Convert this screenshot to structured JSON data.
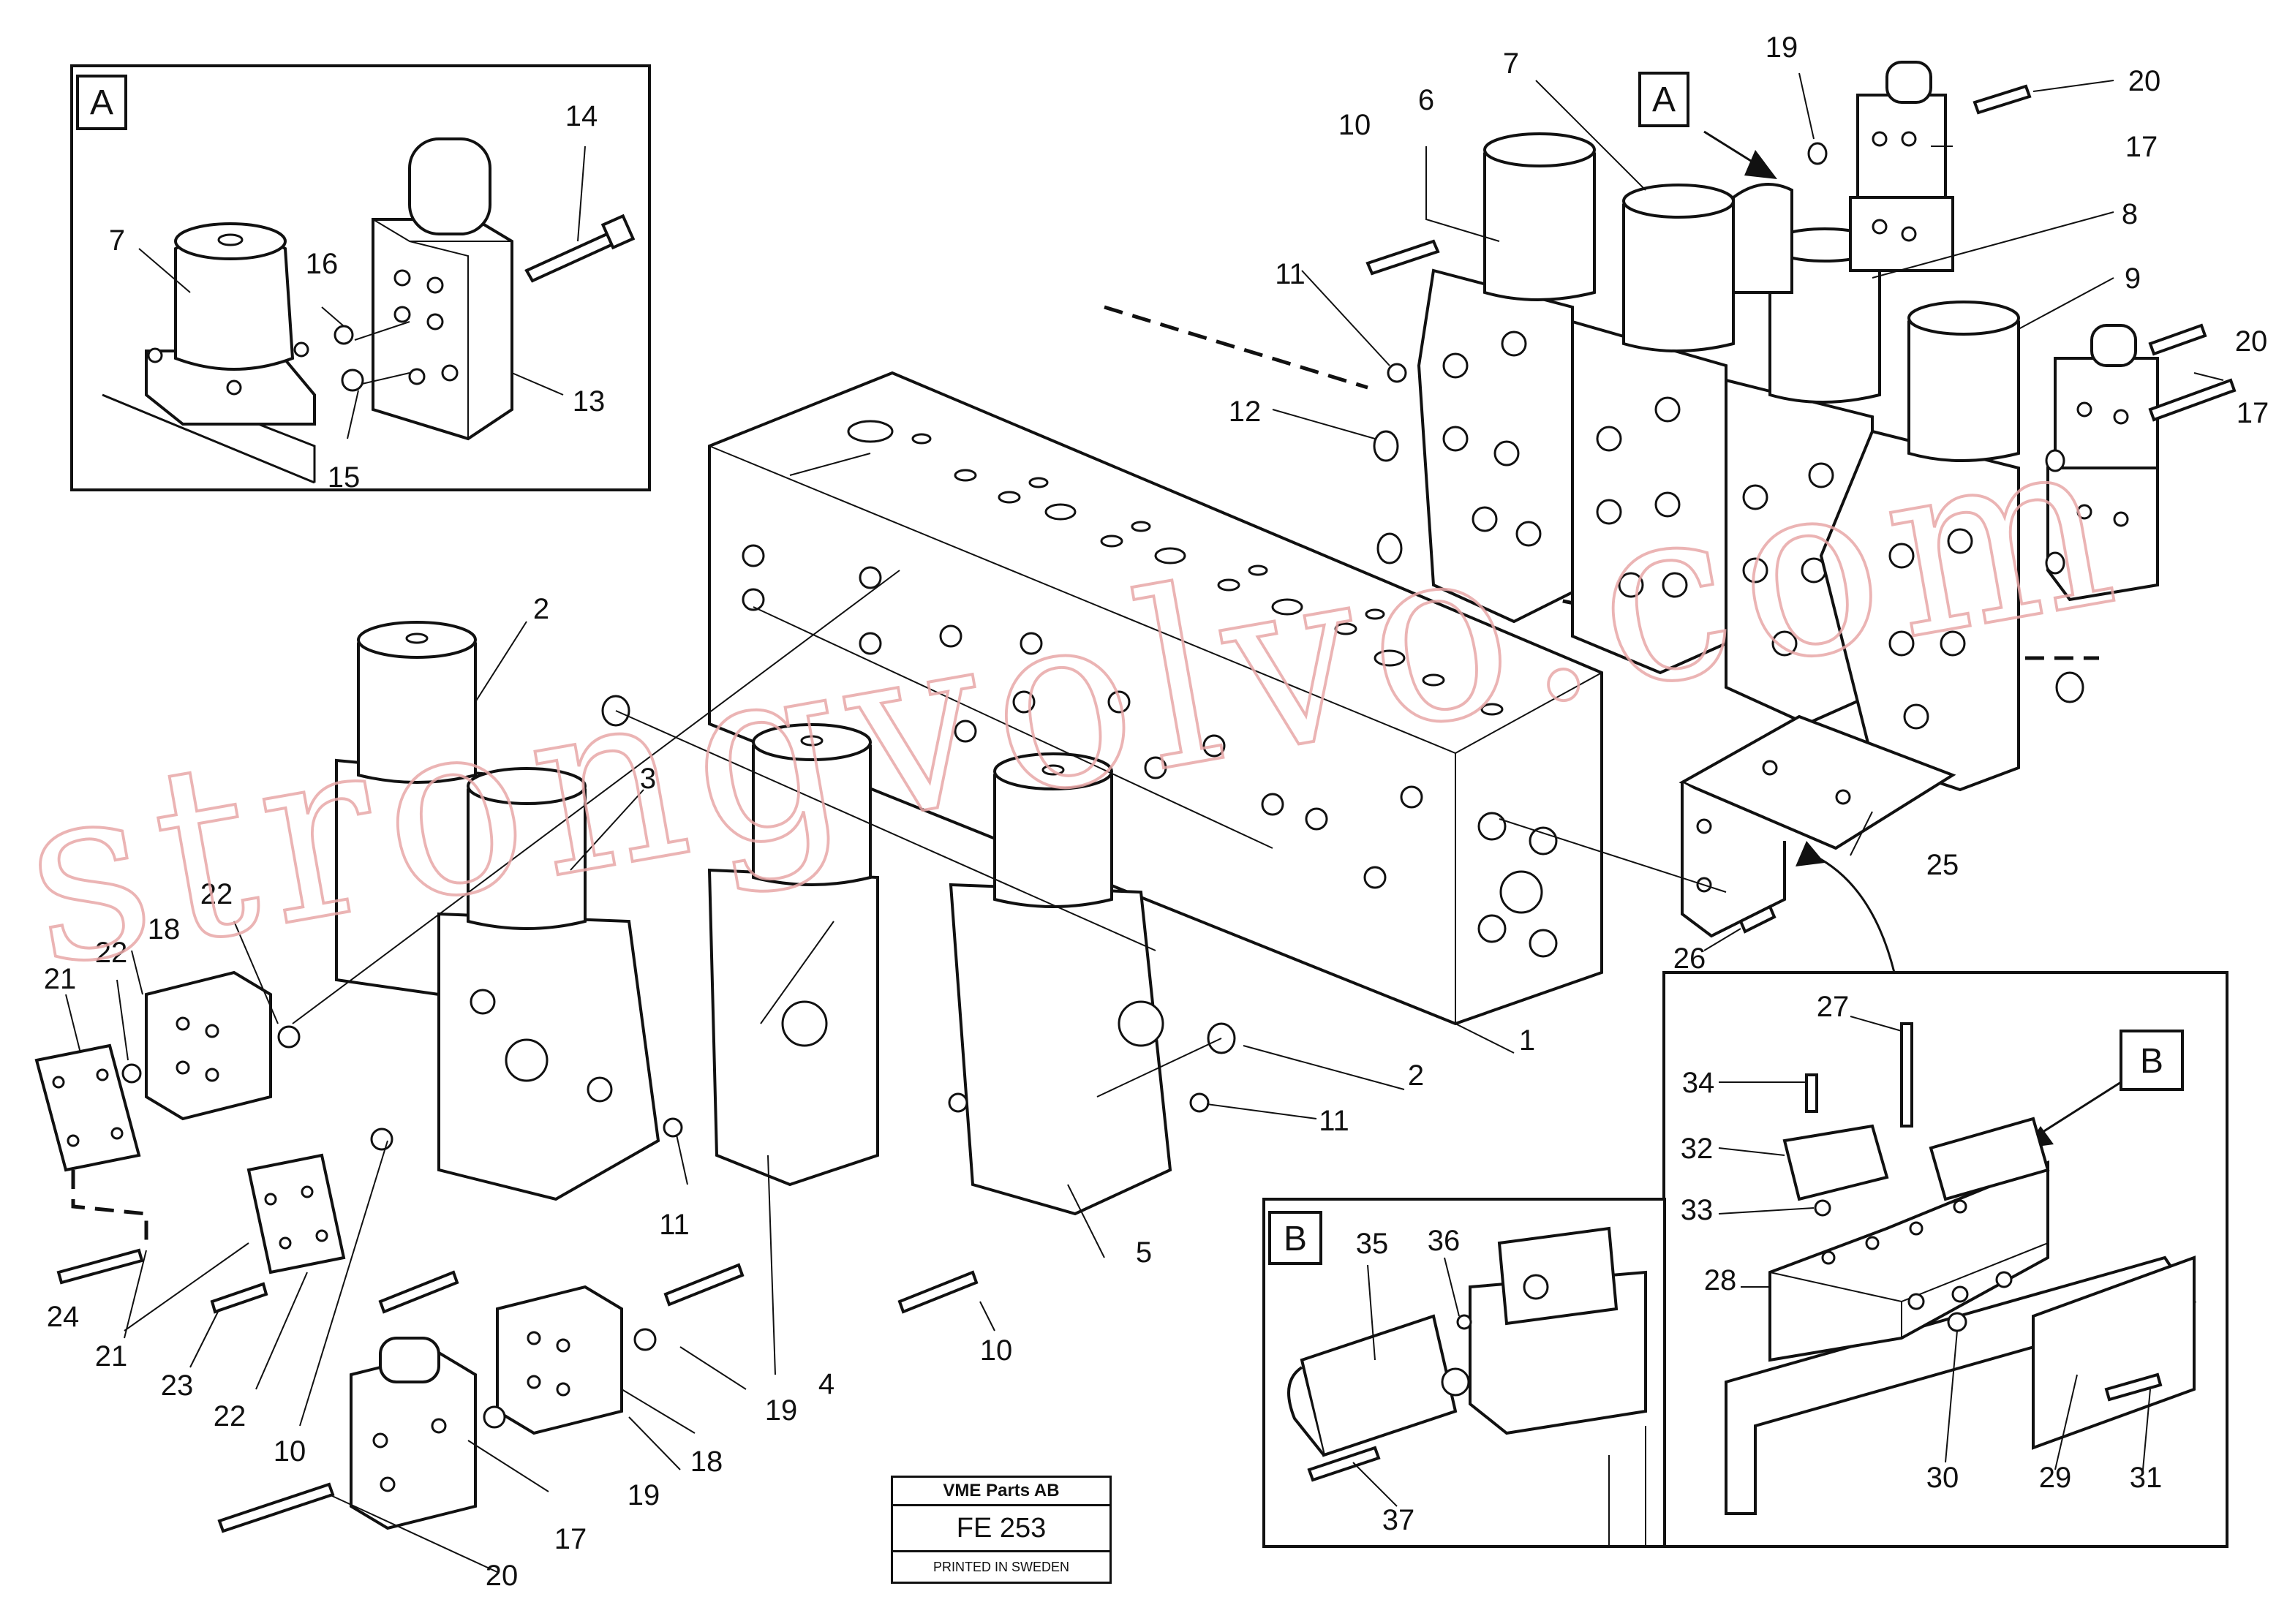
{
  "labels": {
    "n1": "1",
    "n2a": "2",
    "n2b": "2",
    "n3": "3",
    "n4": "4",
    "n5": "5",
    "n6": "6",
    "n7a": "7",
    "n7b": "7",
    "n8": "8",
    "n9": "9",
    "n10a": "10",
    "n10b": "10",
    "n10c": "10",
    "n10d": "10",
    "n11a": "11",
    "n11b": "11",
    "n11c": "11",
    "n12": "12",
    "n13": "13",
    "n14": "14",
    "n15": "15",
    "n16": "16",
    "n17a": "17",
    "n17b": "17",
    "n17c": "17",
    "n18a": "18",
    "n18b": "18",
    "n19a": "19",
    "n19b": "19",
    "n19c": "19",
    "n20a": "20",
    "n20b": "20",
    "n20c": "20",
    "n21a": "21",
    "n21b": "21",
    "n22a": "22",
    "n22b": "22",
    "n22c": "22",
    "n23": "23",
    "n24": "24",
    "n25": "25",
    "n26": "26",
    "n27": "27",
    "n28": "28",
    "n29": "29",
    "n30": "30",
    "n31": "31",
    "n32": "32",
    "n33": "33",
    "n34": "34",
    "n35": "35",
    "n36": "36",
    "n37": "37"
  },
  "detail_tags": {
    "a_inset": "A",
    "a_main": "A",
    "b_inset": "B",
    "b_main": "B"
  },
  "title_block": {
    "company": "VME Parts AB",
    "drawing_no": "FE 253",
    "printed": "PRINTED IN SWEDEN"
  },
  "watermark": "strongvolvo.com"
}
